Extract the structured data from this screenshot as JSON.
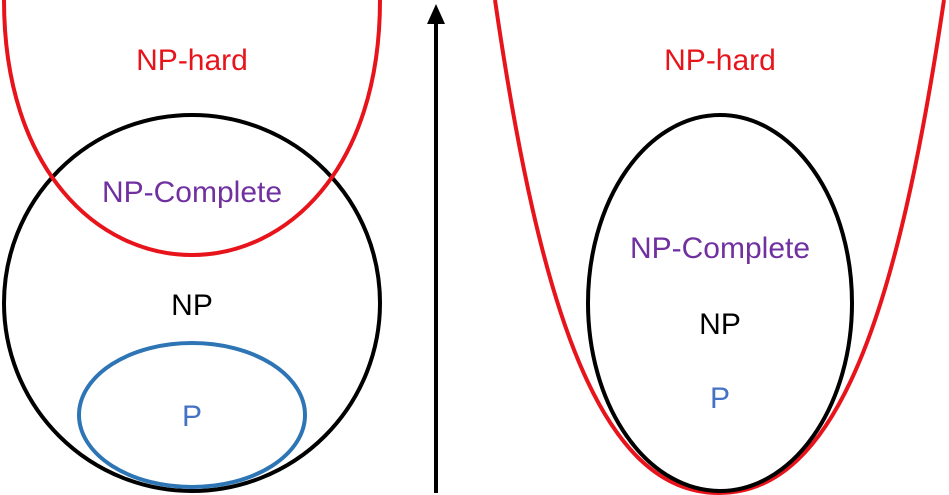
{
  "colors": {
    "np_hard": "#e8141c",
    "np_complete": "#7030a0",
    "np": "#000000",
    "p_fill_text": "#4472c4",
    "p_outline": "#2e75b6",
    "arrow": "#000000",
    "background": "#ffffff"
  },
  "left": {
    "np_hard": "NP-hard",
    "np_complete": "NP-Complete",
    "np": "NP",
    "p": "P"
  },
  "right": {
    "np_hard": "NP-hard",
    "np_complete": "NP-Complete",
    "np": "NP",
    "p": "P"
  },
  "arrow": {
    "icon": "up-arrow-icon"
  }
}
